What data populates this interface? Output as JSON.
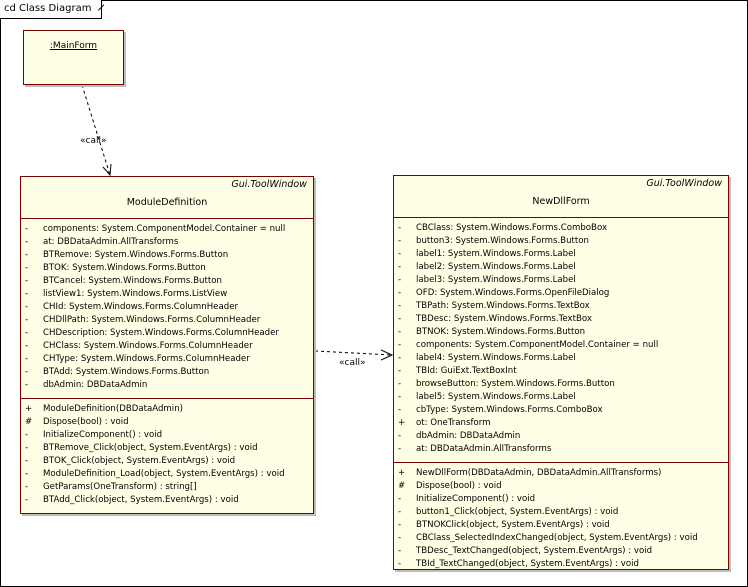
{
  "frame": {
    "title": "cd Class Diagram"
  },
  "main_form": {
    "name": ":MainForm"
  },
  "module_definition": {
    "stereotype": "Gui.ToolWindow",
    "name": "ModuleDefinition",
    "attributes": [
      {
        "vis": "-",
        "text": "components:  System.ComponentModel.Container = null"
      },
      {
        "vis": "-",
        "text": "at:  DBDataAdmin.AllTransforms"
      },
      {
        "vis": "-",
        "text": "BTRemove:  System.Windows.Forms.Button"
      },
      {
        "vis": "-",
        "text": "BTOK:  System.Windows.Forms.Button"
      },
      {
        "vis": "-",
        "text": "BTCancel:  System.Windows.Forms.Button"
      },
      {
        "vis": "-",
        "text": "listView1:  System.Windows.Forms.ListView"
      },
      {
        "vis": "-",
        "text": "CHId:  System.Windows.Forms.ColumnHeader"
      },
      {
        "vis": "-",
        "text": "CHDllPath:  System.Windows.Forms.ColumnHeader"
      },
      {
        "vis": "-",
        "text": "CHDescription:  System.Windows.Forms.ColumnHeader"
      },
      {
        "vis": "-",
        "text": "CHClass:  System.Windows.Forms.ColumnHeader"
      },
      {
        "vis": "-",
        "text": "CHType:  System.Windows.Forms.ColumnHeader"
      },
      {
        "vis": "-",
        "text": "BTAdd:  System.Windows.Forms.Button"
      },
      {
        "vis": "-",
        "text": "dbAdmin:  DBDataAdmin"
      }
    ],
    "operations": [
      {
        "vis": "+",
        "text": "ModuleDefinition(DBDataAdmin)"
      },
      {
        "vis": "#",
        "text": "Dispose(bool) : void"
      },
      {
        "vis": "-",
        "text": "InitializeComponent() : void"
      },
      {
        "vis": "-",
        "text": "BTRemove_Click(object, System.EventArgs) : void"
      },
      {
        "vis": "-",
        "text": "BTOK_Click(object, System.EventArgs) : void"
      },
      {
        "vis": "-",
        "text": "ModuleDefinition_Load(object, System.EventArgs) : void"
      },
      {
        "vis": "-",
        "text": "GetParams(OneTransform) : string[]"
      },
      {
        "vis": "-",
        "text": "BTAdd_Click(object, System.EventArgs) : void"
      }
    ]
  },
  "new_dll_form": {
    "stereotype": "Gui.ToolWindow",
    "name": "NewDllForm",
    "attributes": [
      {
        "vis": "-",
        "text": "CBClass:  System.Windows.Forms.ComboBox"
      },
      {
        "vis": "-",
        "text": "button3:  System.Windows.Forms.Button"
      },
      {
        "vis": "-",
        "text": "label1:  System.Windows.Forms.Label"
      },
      {
        "vis": "-",
        "text": "label2:  System.Windows.Forms.Label"
      },
      {
        "vis": "-",
        "text": "label3:  System.Windows.Forms.Label"
      },
      {
        "vis": "-",
        "text": "OFD:  System.Windows.Forms.OpenFileDialog"
      },
      {
        "vis": "-",
        "text": "TBPath:  System.Windows.Forms.TextBox"
      },
      {
        "vis": "-",
        "text": "TBDesc:  System.Windows.Forms.TextBox"
      },
      {
        "vis": "-",
        "text": "BTNOK:  System.Windows.Forms.Button"
      },
      {
        "vis": "-",
        "text": "components:  System.ComponentModel.Container = null"
      },
      {
        "vis": "-",
        "text": "label4:  System.Windows.Forms.Label"
      },
      {
        "vis": "-",
        "text": "TBId:  GuiExt.TextBoxInt"
      },
      {
        "vis": "-",
        "text": "browseButton:  System.Windows.Forms.Button"
      },
      {
        "vis": "-",
        "text": "label5:  System.Windows.Forms.Label"
      },
      {
        "vis": "-",
        "text": "cbType:  System.Windows.Forms.ComboBox"
      },
      {
        "vis": "+",
        "text": "ot:  OneTransform"
      },
      {
        "vis": "-",
        "text": "dbAdmin:  DBDataAdmin"
      },
      {
        "vis": "-",
        "text": "at:  DBDataAdmin.AllTransforms"
      }
    ],
    "operations": [
      {
        "vis": "+",
        "text": "NewDllForm(DBDataAdmin, DBDataAdmin.AllTransforms)"
      },
      {
        "vis": "#",
        "text": "Dispose(bool) : void"
      },
      {
        "vis": "-",
        "text": "InitializeComponent() : void"
      },
      {
        "vis": "-",
        "text": "button1_Click(object, System.EventArgs) : void"
      },
      {
        "vis": "-",
        "text": "BTNOKClick(object, System.EventArgs) : void"
      },
      {
        "vis": "-",
        "text": "CBClass_SelectedIndexChanged(object, System.EventArgs) : void"
      },
      {
        "vis": "-",
        "text": "TBDesc_TextChanged(object, System.EventArgs) : void"
      },
      {
        "vis": "-",
        "text": "TBId_TextChanged(object, System.EventArgs) : void"
      }
    ]
  },
  "connectors": [
    {
      "label": "«call»"
    },
    {
      "label": "«call»"
    }
  ]
}
